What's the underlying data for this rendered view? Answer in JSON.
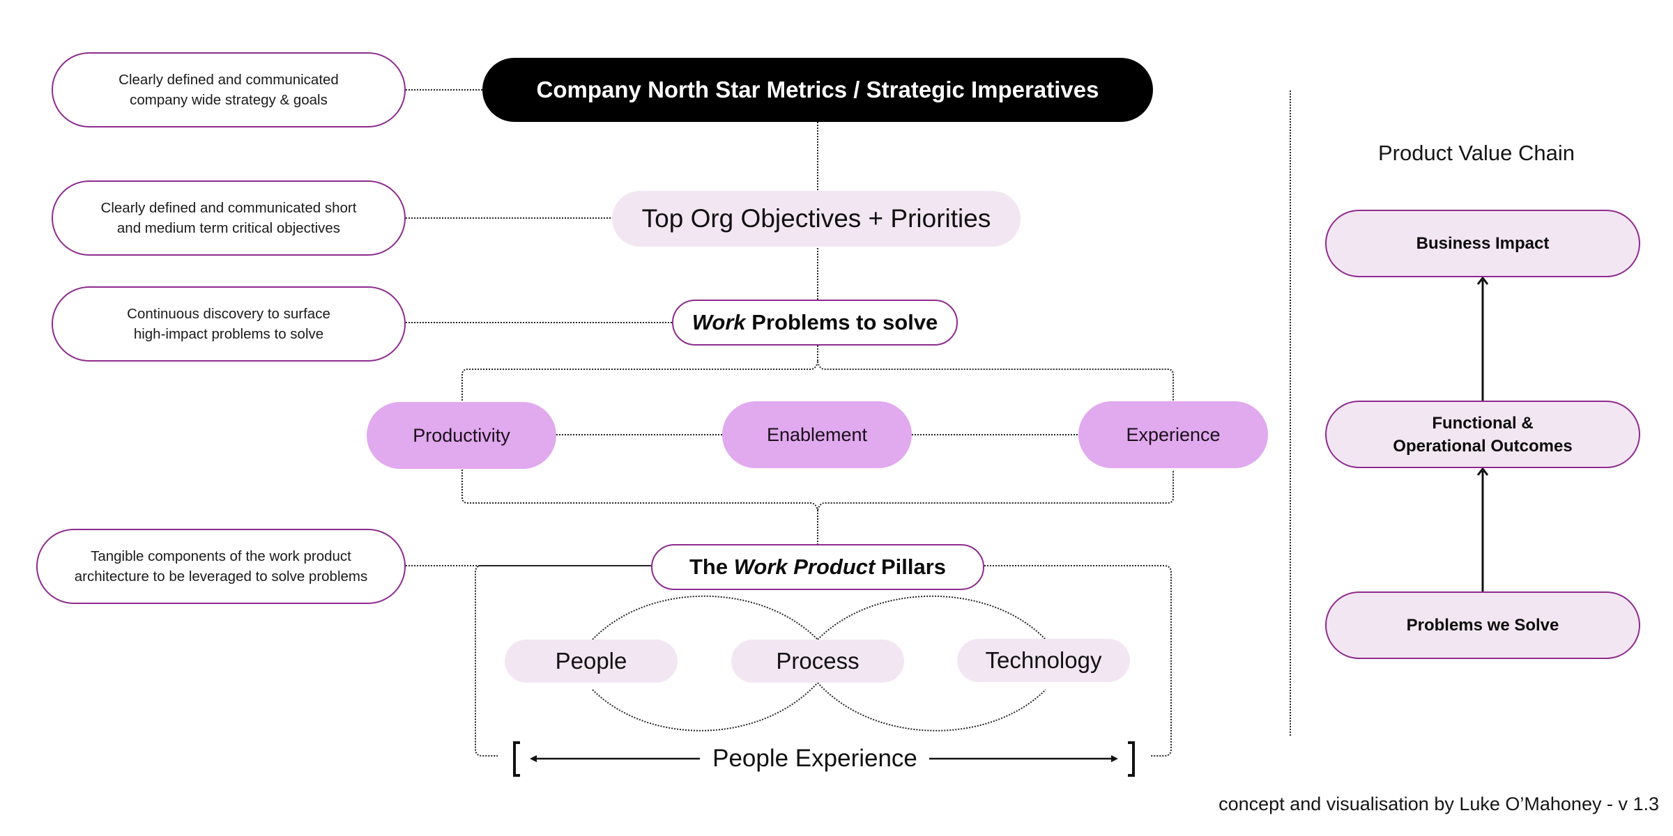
{
  "diagram": {
    "title": "Company North Star Metrics / Strategic Imperatives",
    "objectives": "Top Org Objectives + Priorities",
    "work_problems": {
      "emphasis": "Work",
      "rest": " Problems to solve"
    },
    "categories": [
      {
        "label": "Productivity"
      },
      {
        "label": "Enablement"
      },
      {
        "label": "Experience"
      }
    ],
    "pillars_header": {
      "prefix": "The ",
      "emphasis": "Work Product",
      "suffix": " Pillars"
    },
    "pillars": [
      {
        "label": "People"
      },
      {
        "label": "Process"
      },
      {
        "label": "Technology"
      }
    ],
    "span_label": "People Experience",
    "notes": [
      {
        "line1": "Clearly defined and communicated",
        "line2": "company wide strategy & goals"
      },
      {
        "line1": "Clearly defined and communicated short",
        "line2": "and medium term critical objectives"
      },
      {
        "line1": "Continuous discovery to surface",
        "line2": "high-impact problems to solve"
      },
      {
        "line1": "Tangible components of the work product",
        "line2": "architecture to be leveraged to solve problems"
      }
    ]
  },
  "value_chain": {
    "title": "Product Value Chain",
    "stages": [
      {
        "line1": "Business Impact",
        "line2": ""
      },
      {
        "line1": "Functional &",
        "line2": "Operational Outcomes"
      },
      {
        "line1": "Problems we Solve",
        "line2": ""
      }
    ]
  },
  "footer": {
    "caption": "concept and visualisation by Luke O’Mahoney - v 1.3"
  },
  "colors": {
    "accent_border": "#8e2b8e",
    "category_fill": "#e1a9ee",
    "light_fill": "#f3e6f3",
    "title_fill": "#000000"
  }
}
